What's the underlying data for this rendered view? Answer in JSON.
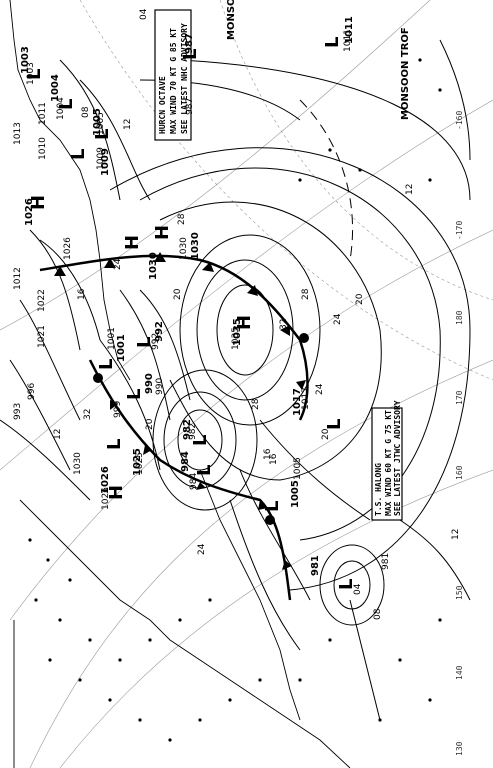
{
  "map": {
    "advisories": [
      {
        "id": "octave",
        "lines": [
          "HURCN OCTAVE",
          "MAX WIND 70 KT G 85 KT",
          "SEE LATEST NHC ADVISORY"
        ]
      },
      {
        "id": "halong",
        "lines": [
          "T.S. HALONG",
          "MAX WIND 60 KT G 75 KT",
          "SEE LATEST JTWC ADVISORY"
        ]
      }
    ],
    "labels": {
      "monsoon_trof_1": "MONSOON TROF",
      "monsoon_trof_2": "MONSOON TROF"
    },
    "pressure_centers": [
      {
        "id": "h-main",
        "type": "H",
        "value": "1035"
      },
      {
        "id": "h-2",
        "type": "H",
        "value": "1030"
      },
      {
        "id": "h-3",
        "type": "H",
        "value": "1026"
      },
      {
        "id": "h-4",
        "type": "H",
        "value": "1030"
      },
      {
        "id": "h-5",
        "type": "H",
        "value": "1026"
      },
      {
        "id": "l-1",
        "type": "L",
        "value": "1011"
      },
      {
        "id": "l-2",
        "type": "L",
        "value": "1004"
      },
      {
        "id": "l-3",
        "type": "L",
        "value": "1003"
      },
      {
        "id": "l-4",
        "type": "L",
        "value": "1005"
      },
      {
        "id": "l-5",
        "type": "L",
        "value": "1009"
      },
      {
        "id": "l-6",
        "type": "L",
        "value": "1001"
      },
      {
        "id": "l-7",
        "type": "L",
        "value": "992"
      },
      {
        "id": "l-8",
        "type": "L",
        "value": "990"
      },
      {
        "id": "l-9",
        "type": "L",
        "value": "982"
      },
      {
        "id": "l-10",
        "type": "L",
        "value": "984"
      },
      {
        "id": "l-11",
        "type": "L",
        "value": "1005"
      },
      {
        "id": "l-12",
        "type": "L",
        "value": "1017"
      },
      {
        "id": "l-13",
        "type": "L",
        "value": "1025"
      },
      {
        "id": "l-14",
        "type": "L",
        "value": "981"
      },
      {
        "id": "l-15",
        "type": "L",
        "value": "987"
      }
    ],
    "isobar_labels": [
      "1003",
      "1004",
      "1005",
      "1009",
      "1010",
      "1011",
      "1013",
      "1012",
      "1022",
      "1021",
      "1026",
      "1030",
      "993",
      "996",
      "999",
      "1001",
      "992",
      "990",
      "982",
      "984",
      "1005",
      "1017",
      "1030",
      "1025",
      "1026",
      "981",
      "987",
      "1011",
      "1035"
    ],
    "wave_heights": [
      "12",
      "16",
      "20",
      "24",
      "28",
      "32",
      "08",
      "04",
      "12",
      "16",
      "20",
      "24",
      "28",
      "28",
      "24",
      "20",
      "16",
      "12",
      "08",
      "04",
      "12",
      "20",
      "24",
      "32"
    ],
    "longitudes": [
      "-160",
      "-170",
      "180",
      "170",
      "160",
      "150",
      "140",
      "130"
    ]
  }
}
